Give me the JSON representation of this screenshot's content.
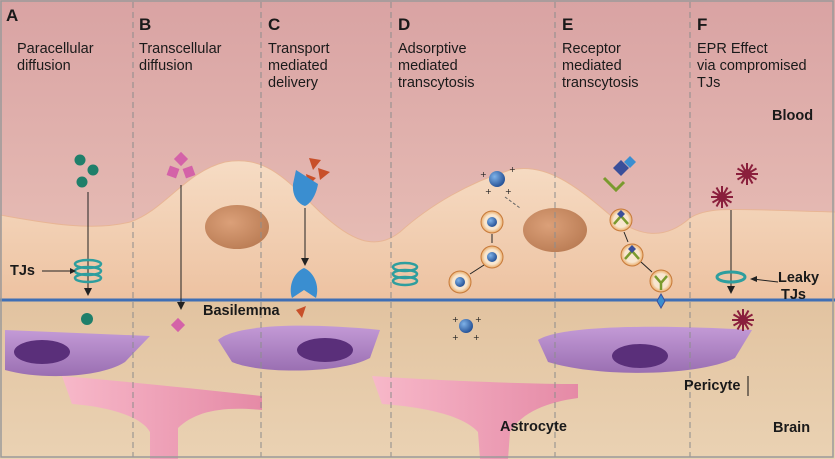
{
  "colors": {
    "blood": "#e3b3b0",
    "brain": "#e6c9a6",
    "cell": "#f1cdb0",
    "nucleus": "#c98a5f",
    "pericyte": "#a97fbf",
    "astrocyte": "#f0a3b8",
    "membrane": "#4a78b8",
    "divider": "#8c8c8c",
    "tj": "#2e9e9e",
    "teal_particle": "#1f7f6a",
    "pink_particle": "#d462a8",
    "transporter": "#3a8ed0",
    "orange_particle": "#c8502a",
    "blue_particle": "#3563a8",
    "receptor": "#7a9a2e",
    "maroon_particle": "#8a1f3c"
  },
  "columns": [
    {
      "letter": "A",
      "lines": [
        "Paracellular",
        "diffusion"
      ]
    },
    {
      "letter": "B",
      "lines": [
        "Transcellular",
        "diffusion"
      ]
    },
    {
      "letter": "C",
      "lines": [
        "Transport",
        "mediated",
        "delivery"
      ]
    },
    {
      "letter": "D",
      "lines": [
        "Adsorptive",
        "mediated",
        "transcytosis"
      ]
    },
    {
      "letter": "E",
      "lines": [
        "Receptor",
        "mediated",
        "transcytosis"
      ]
    },
    {
      "letter": "F",
      "lines": [
        "EPR Effect",
        "via compromised",
        "TJs"
      ]
    }
  ],
  "labels": {
    "blood": "Blood",
    "brain": "Brain",
    "tjs": "TJs",
    "leaky_line1": "Leaky",
    "leaky_line2": "TJs",
    "basilemma": "Basilemma",
    "pericyte": "Pericyte",
    "astrocyte": "Astrocyte"
  }
}
